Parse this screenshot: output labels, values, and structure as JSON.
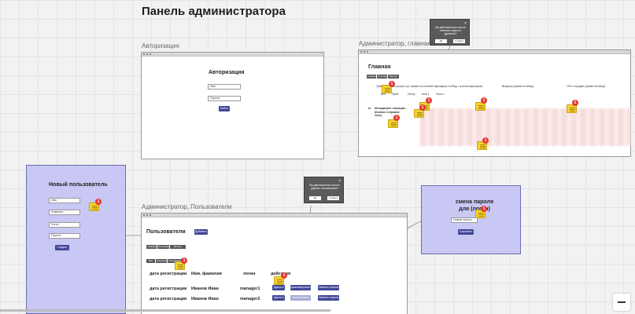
{
  "board": {
    "title": "Панель администратора"
  },
  "auth": {
    "label": "Авторизация",
    "heading": "Авторизация",
    "login_field": "Имя",
    "password_field": "Пароль",
    "submit": "Войти"
  },
  "admin_main": {
    "label": "Администратор, главная",
    "heading": "Главная",
    "tabs": [
      "Главная",
      "Пользователи",
      "Выход/подписка"
    ],
    "filter_text": "Сумма до учета услуги (тут сумма по соответствующему столбцу с учетом фильтров)",
    "col_col_text": "Выручка (сумма столбца)",
    "col_percent_text": "10% с продаж (сумма столбца)",
    "checks": [
      "Все",
      "Приб",
      "Потер",
      "Мой 1",
      "Пока 1"
    ],
    "col_no": "№",
    "col_manager": "Менеджер/от операции (Баланс/ отправка/ноль)"
  },
  "confirm_top": {
    "msg": "Вы действительно хотите отменить запись в удаление?",
    "yes": "Да",
    "no": "Отмена"
  },
  "new_user": {
    "heading": "Новый пользователь",
    "fields": [
      "Имя",
      "Фамилия",
      "Логин",
      "Пароль"
    ],
    "submit": "Создать"
  },
  "confirm_mid": {
    "msg": "Вы действительно хотите удалить пользователя?",
    "yes": "Да",
    "no": "Отмена"
  },
  "users": {
    "label": "Администратор, Пользователи",
    "heading": "Пользователи",
    "add_button": "Добавить",
    "tabs": [
      "Главная",
      "Пользователи",
      "Выход/подписка"
    ],
    "filters": [
      "Все",
      "Удалёнка",
      "Сотрудники"
    ],
    "headers": {
      "date": "дата регистрации",
      "name": "Имя, фамилия",
      "login": "логин",
      "actions": "действия"
    },
    "rows": [
      {
        "date": "дата регистрации",
        "name": "Иванов Иван",
        "login": "manager1",
        "btn1": "Удалить",
        "btn2": "Деактивировать",
        "btn3": "Сменить пароль"
      },
      {
        "date": "дата регистрации",
        "name": "Иванов Иван",
        "login": "manager2",
        "btn1": "Удалить",
        "btn2": "Активировать",
        "btn3": "Сменить пароль"
      }
    ]
  },
  "change_password": {
    "heading": "смена пароля для (логин)",
    "field": "Новый пароль",
    "submit": "Сохранить"
  },
  "comments": [
    "1",
    "1",
    "1",
    "1",
    "1",
    "1",
    "1",
    "1",
    "1",
    "1"
  ],
  "colors": {
    "purple_card": "#c9c7f3",
    "primary_button": "#3f4797",
    "sticker": "#f4d22e",
    "badge": "#e53935"
  }
}
